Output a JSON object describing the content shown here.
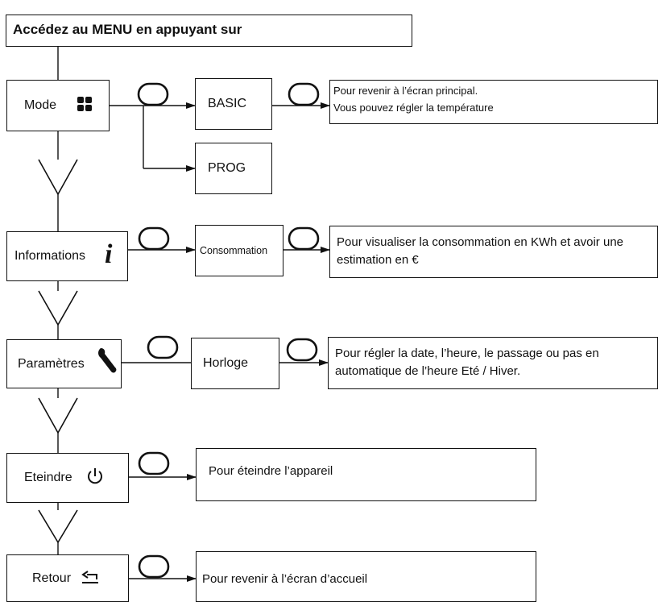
{
  "header": {
    "title": "Accédez au MENU en appuyant sur"
  },
  "menu": {
    "mode": {
      "label": "Mode",
      "icon": "four-squares-icon"
    },
    "basic": {
      "label": "BASIC"
    },
    "prog": {
      "label": "PROG"
    },
    "basic_desc": {
      "line1": "Pour revenir à l’écran principal.",
      "line2": "Vous pouvez régler la température"
    },
    "informations": {
      "label": "Informations",
      "icon": "info-icon"
    },
    "consommation": {
      "label": "Consommation"
    },
    "consommation_desc": {
      "text": "Pour visualiser la consommation en KWh et avoir une estimation en €"
    },
    "parametres": {
      "label": "Paramètres",
      "icon": "wrench-icon"
    },
    "horloge": {
      "label": "Horloge"
    },
    "horloge_desc": {
      "text": "Pour régler la date, l’heure, le passage ou pas en automatique de l’heure Eté / Hiver."
    },
    "eteindre": {
      "label": "Eteindre",
      "icon": "power-icon"
    },
    "eteindre_desc": {
      "text": "Pour éteindre l’appareil"
    },
    "retour": {
      "label": "Retour",
      "icon": "return-icon"
    },
    "retour_desc": {
      "text": "Pour revenir à l’écran d’accueil"
    }
  },
  "colors": {
    "stroke": "#111111",
    "background": "#ffffff"
  }
}
